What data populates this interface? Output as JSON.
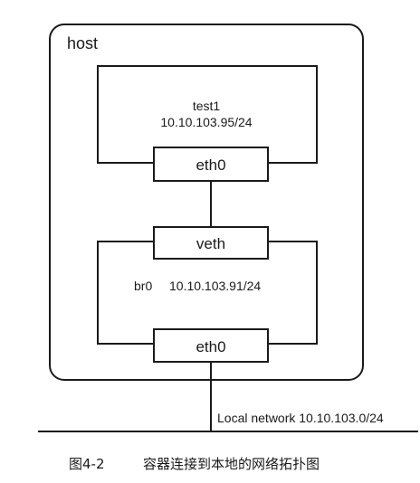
{
  "host": {
    "label": "host"
  },
  "test1": {
    "name": "test1",
    "ip": "10.10.103.95/24",
    "iface": "eth0"
  },
  "br0": {
    "name": "br0",
    "ip": "10.10.103.91/24",
    "veth": "veth",
    "iface": "eth0"
  },
  "network": {
    "label": "Local network 10.10.103.0/24"
  },
  "caption": {
    "number": "图4-2",
    "text": "容器连接到本地的网络拓扑图"
  }
}
